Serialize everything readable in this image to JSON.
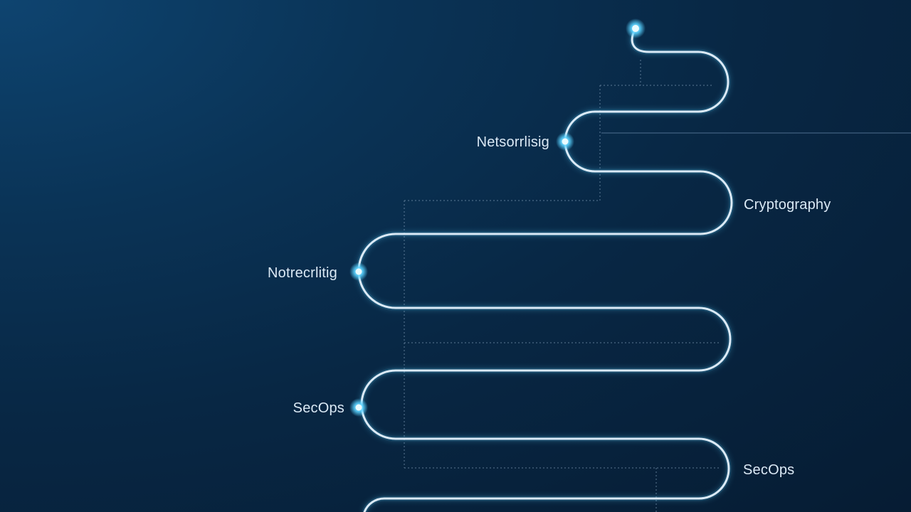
{
  "roadmap": {
    "nodes": [
      {
        "label": "",
        "side": "right"
      },
      {
        "label": "Netsorrlisig",
        "side": "left"
      },
      {
        "label": "Cryptography",
        "side": "right"
      },
      {
        "label": "Notrecrlitig",
        "side": "left"
      },
      {
        "label": "SecOps",
        "side": "left"
      },
      {
        "label": "SecOps",
        "side": "right"
      }
    ]
  },
  "colors": {
    "background": "#082744",
    "path": "#dbeaf7",
    "glow": "#59d2ff",
    "guide": "#8aa6c0",
    "label": "#dbe9f5"
  }
}
